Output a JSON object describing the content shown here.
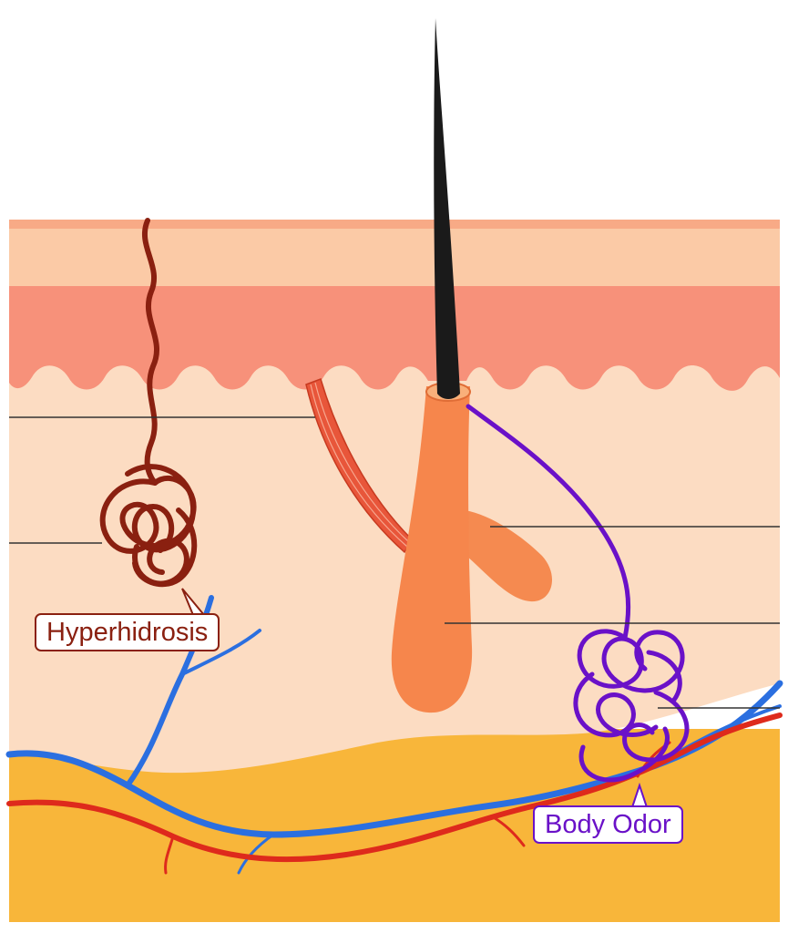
{
  "labels": {
    "hyperhidrosis": "Hyperhidrosis",
    "body_odor": "Body Odor"
  },
  "colors": {
    "background": "#ffffff",
    "epidermis_top": "#f8aa86",
    "epidermis_light": "#fbcaa6",
    "epidermis_pink": "#f7917a",
    "dermis": "#fcdcc2",
    "subcutis": "#f8b63a",
    "hair_shaft": "#1a1a1a",
    "hair_follicle": "#f6864c",
    "sebaceous_gland": "#f58a50",
    "arrector_muscle": "#e8563a",
    "eccrine_gland": "#8a2010",
    "apocrine_gland": "#6a11c8",
    "vein": "#2b6fe0",
    "artery": "#de2a1c",
    "pointer_lines": "#333333"
  },
  "icons": [
    "skin-layers",
    "hair-shaft",
    "hair-follicle",
    "sebaceous-gland",
    "arrector-pili-muscle",
    "eccrine-sweat-gland",
    "apocrine-sweat-gland",
    "vein",
    "artery"
  ]
}
